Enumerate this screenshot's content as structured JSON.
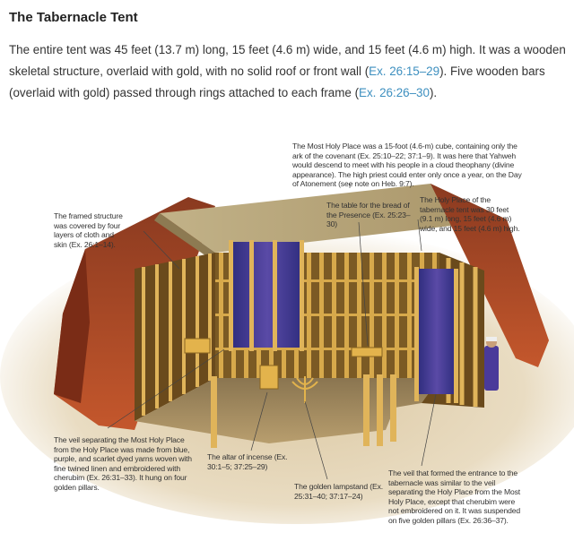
{
  "title": "The Tabernacle Tent",
  "intro": {
    "text_before": "The entire tent was 45 feet (13.7 m) long, 15 feet (4.6 m) wide, and 15 feet (4.6 m) high. It was a wooden skeletal structure, overlaid with gold, with no solid roof or front wall (",
    "link1": "Ex. 26:15–29",
    "text_middle": "). Five wooden bars (overlaid with gold) passed through rings attached to each frame (",
    "link2": "Ex. 26:26–30",
    "text_after": ")."
  },
  "captions": {
    "most_holy_place": "The Most Holy Place was a 15-foot (4.6-m) cube, containing only the ark of the covenant (Ex. 25:10–22; 37:1–9). It was here that Yahweh would descend to meet with his people in a cloud theophany (divine appearance). The high priest could enter only once a year, on the Day of Atonement (see note on Heb. 9:7).",
    "table_bread": "The table for the bread of the Presence (Ex. 25:23–30)",
    "holy_place": "The Holy Place of the tabernacle tent was 30 feet (9.1 m) long, 15 feet (4.6 m) wide, and 15 feet (4.6 m) high.",
    "framed_structure": "The framed structure was covered by four layers of cloth and skin (Ex. 26:1–14).",
    "veil_separating": "The veil separating the Most Holy Place from the Holy Place was made from blue, purple, and scarlet dyed yarns woven with fine twined linen and embroidered with cherubim (Ex. 26:31–33). It hung on four golden pillars.",
    "altar_incense": "The altar of incense (Ex. 30:1–5; 37:25–29)",
    "lampstand": "The golden lampstand (Ex. 25:31–40; 37:17–24)",
    "veil_entrance": "The veil that formed the entrance to the tabernacle was similar to the veil separating the Holy Place from the Most Holy Place, except that cherubim were not embroidered on it. It was suspended on five golden pillars (Ex. 26:36–37)."
  },
  "colors": {
    "link": "#3d8fbf",
    "gold": "#c99a3a",
    "veil": "#3b3a8f",
    "hide": "#b14a2a",
    "ground": "#d9c7a3"
  }
}
